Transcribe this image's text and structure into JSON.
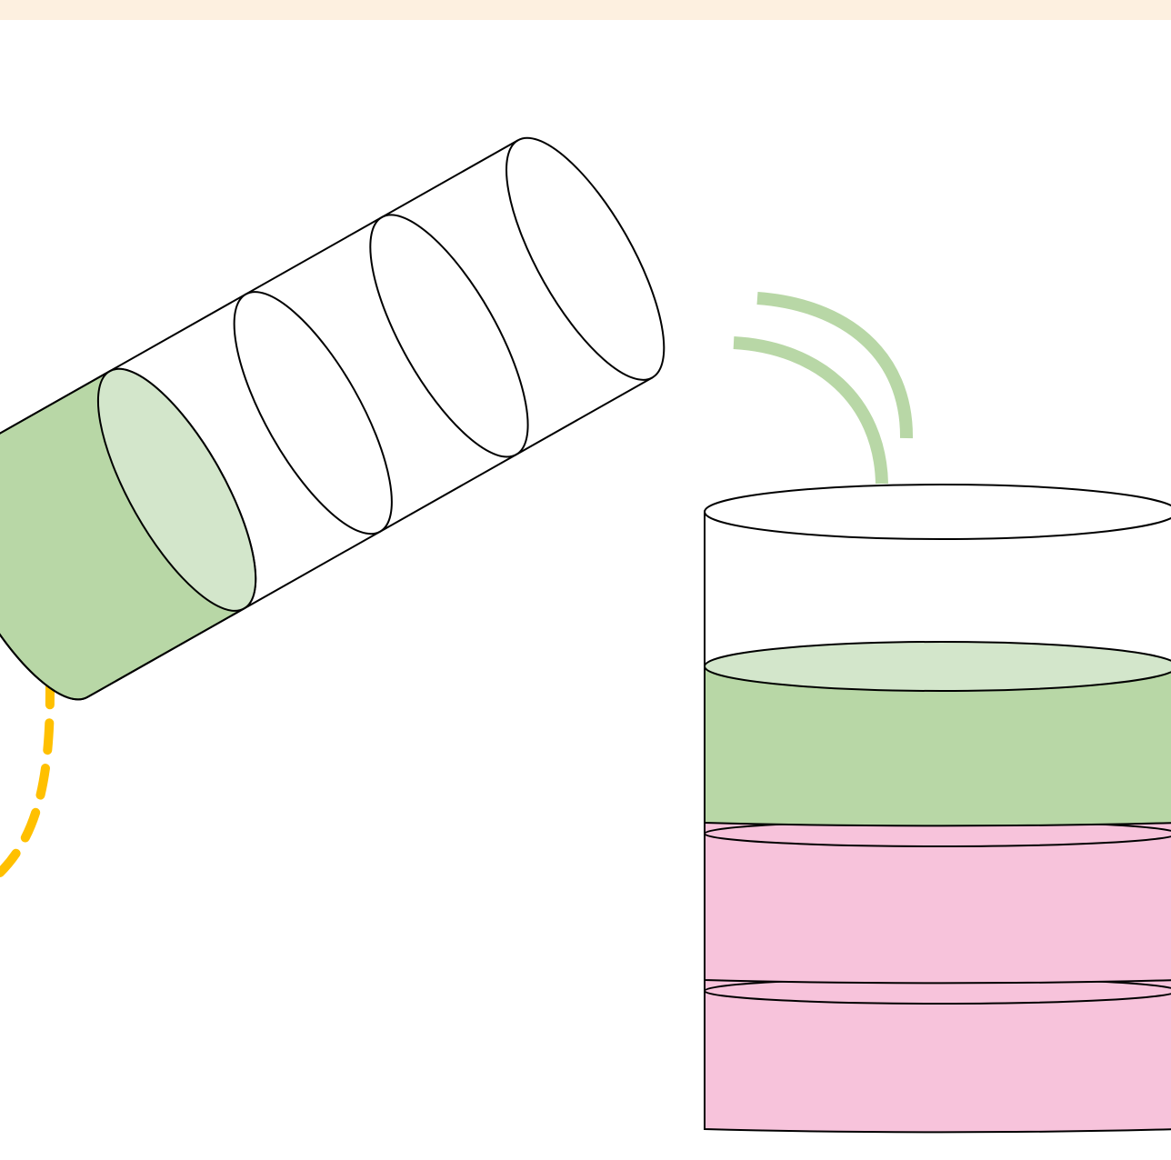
{
  "colors": {
    "top_band": "#fdf0e0",
    "outline": "#000000",
    "green_fill": "#b8d7a6",
    "green_light": "#d3e6cb",
    "pink_fill": "#f7c3db",
    "yellow_dash": "#ffc000",
    "pour_arc": "#b8d7a6",
    "background": "#ffffff"
  },
  "diagram": {
    "tilted_cylinder": {
      "segments": 4,
      "filled_segments": 1,
      "fill_color_key": "green_fill"
    },
    "upright_cylinder": {
      "layers": [
        {
          "name": "green-layer",
          "color_key": "green_fill"
        },
        {
          "name": "pink-layer-upper",
          "color_key": "pink_fill"
        },
        {
          "name": "pink-layer-lower",
          "color_key": "pink_fill"
        }
      ]
    },
    "pour_arcs": 2,
    "dashed_circle_color_key": "yellow_dash"
  }
}
